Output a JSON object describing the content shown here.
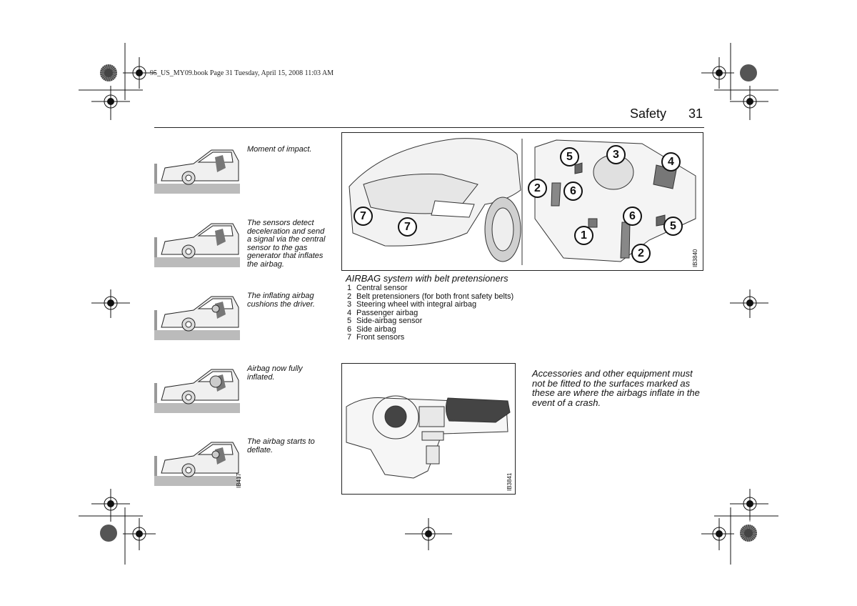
{
  "book_info": "95_US_MY09.book  Page 31  Tuesday, April 15, 2008  11:03 AM",
  "header": {
    "section": "Safety",
    "page": "31"
  },
  "sequence": {
    "frames": [
      {
        "caption": "Moment of impact."
      },
      {
        "caption": "The sensors detect deceleration and send a signal via the central sensor to the gas generator that inflates the airbag."
      },
      {
        "caption": "The inflating airbag cushions the driver."
      },
      {
        "caption": "Airbag now fully inflated."
      },
      {
        "caption": "The airbag starts to deflate."
      }
    ],
    "figure_code": "IB417"
  },
  "airbag_figure": {
    "figure_code": "IB3840",
    "callouts": [
      "7",
      "7",
      "5",
      "3",
      "4",
      "2",
      "6",
      "6",
      "5",
      "1",
      "2"
    ],
    "title": "AIRBAG system with belt pretensioners",
    "legend": [
      {
        "num": "1",
        "text": "Central sensor"
      },
      {
        "num": "2",
        "text": "Belt pretensioners (for both front safety belts)"
      },
      {
        "num": "3",
        "text": "Steering wheel with integral airbag"
      },
      {
        "num": "4",
        "text": "Passenger airbag"
      },
      {
        "num": "5",
        "text": "Side-airbag sensor"
      },
      {
        "num": "6",
        "text": "Side airbag"
      },
      {
        "num": "7",
        "text": "Front sensors"
      }
    ]
  },
  "dashboard_figure": {
    "figure_code": "IB3841"
  },
  "note": "Accessories and other equipment must not be fitted to the surfaces marked as these are where the airbags inflate in the event of a crash."
}
